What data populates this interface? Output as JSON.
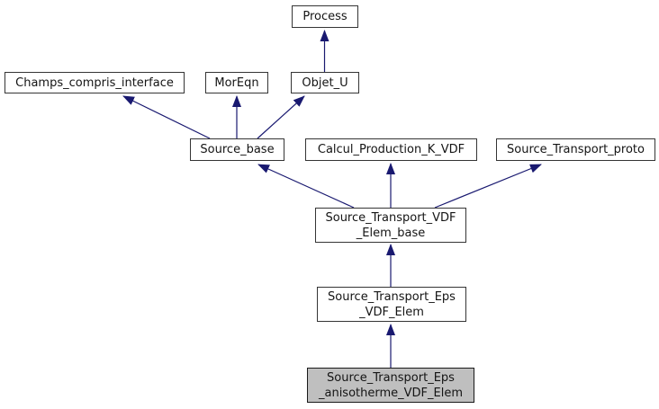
{
  "diagram": {
    "kind": "class-inheritance-graph",
    "colors": {
      "background": "#ffffff",
      "arrow": "#191970",
      "node_border": "#353535",
      "node_fill": "#ffffff",
      "highlight_fill": "#bfbfbf",
      "text": "#141414"
    },
    "nodes": {
      "process": {
        "label": "Process"
      },
      "champs_compris_interface": {
        "label": "Champs_compris_interface"
      },
      "moreqn": {
        "label": "MorEqn"
      },
      "objet_u": {
        "label": "Objet_U"
      },
      "source_base": {
        "label": "Source_base"
      },
      "calcul_production_k_vdf": {
        "label": "Calcul_Production_K_VDF"
      },
      "source_transport_proto": {
        "label": "Source_Transport_proto"
      },
      "source_transport_vdf_elem_base": {
        "line1": "Source_Transport_VDF",
        "line2": "_Elem_base"
      },
      "source_transport_eps_vdf_elem": {
        "line1": "Source_Transport_Eps",
        "line2": "_VDF_Elem"
      },
      "source_transport_eps_anisotherme_vdf_elem": {
        "line1": "Source_Transport_Eps",
        "line2": "_anisotherme_VDF_Elem",
        "highlighted": true
      }
    },
    "edges": [
      {
        "from": "Objet_U",
        "to": "Process",
        "relation": "inherits"
      },
      {
        "from": "Source_base",
        "to": "Champs_compris_interface",
        "relation": "inherits"
      },
      {
        "from": "Source_base",
        "to": "MorEqn",
        "relation": "inherits"
      },
      {
        "from": "Source_base",
        "to": "Objet_U",
        "relation": "inherits"
      },
      {
        "from": "Source_Transport_VDF_Elem_base",
        "to": "Source_base",
        "relation": "inherits"
      },
      {
        "from": "Source_Transport_VDF_Elem_base",
        "to": "Calcul_Production_K_VDF",
        "relation": "inherits"
      },
      {
        "from": "Source_Transport_VDF_Elem_base",
        "to": "Source_Transport_proto",
        "relation": "inherits"
      },
      {
        "from": "Source_Transport_Eps_VDF_Elem",
        "to": "Source_Transport_VDF_Elem_base",
        "relation": "inherits"
      },
      {
        "from": "Source_Transport_Eps_anisotherme_VDF_Elem",
        "to": "Source_Transport_Eps_VDF_Elem",
        "relation": "inherits"
      }
    ]
  }
}
